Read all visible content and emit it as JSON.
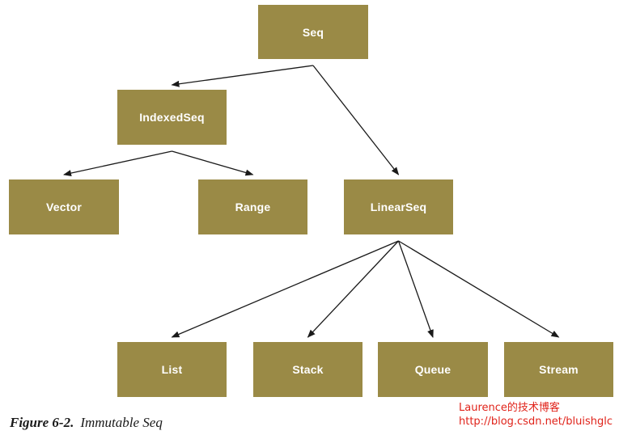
{
  "nodes": {
    "seq": "Seq",
    "indexed_seq": "IndexedSeq",
    "linear_seq": "LinearSeq",
    "vector": "Vector",
    "range": "Range",
    "list": "List",
    "stack": "Stack",
    "queue": "Queue",
    "stream": "Stream"
  },
  "edges": [
    [
      "seq",
      "indexed_seq"
    ],
    [
      "seq",
      "linear_seq"
    ],
    [
      "indexed_seq",
      "vector"
    ],
    [
      "indexed_seq",
      "range"
    ],
    [
      "linear_seq",
      "list"
    ],
    [
      "linear_seq",
      "stack"
    ],
    [
      "linear_seq",
      "queue"
    ],
    [
      "linear_seq",
      "stream"
    ]
  ],
  "caption": {
    "figure_label": "Figure 6-2.",
    "title": "Immutable Seq"
  },
  "watermark": {
    "line1": "Laurence的技术博客",
    "line2": "http://blog.csdn.net/bluishglc"
  },
  "colors": {
    "box_fill": "#9a8a46",
    "box_text": "#ffffff",
    "arrow": "#1a1a1a",
    "watermark": "#e0231a"
  }
}
